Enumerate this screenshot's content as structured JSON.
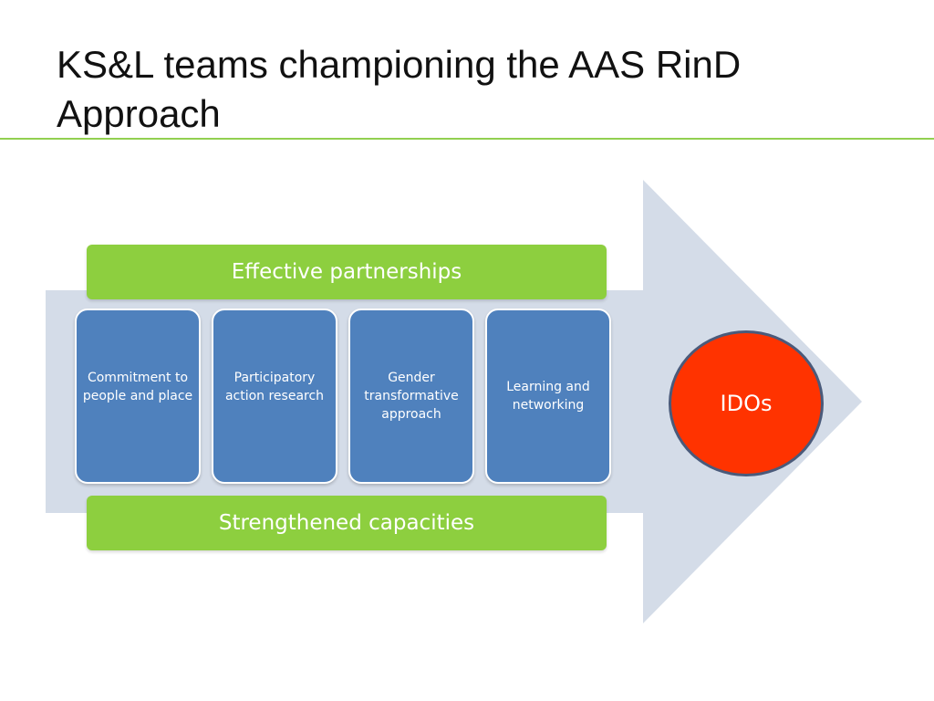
{
  "slide": {
    "title": "KS&L teams championing the AAS RinD Approach"
  },
  "diagram": {
    "top_bar": "Effective partnerships",
    "bottom_bar": "Strengthened capacities",
    "boxes": [
      "Commitment to people and place",
      "Participatory action research",
      "Gender transformative approach",
      "Learning and networking"
    ],
    "outcome": "IDOs"
  },
  "colors": {
    "arrow": "#d4dce8",
    "bar_green": "#8dcf3f",
    "box_blue": "#4f81bd",
    "outcome_red": "#ff3300",
    "rule_green": "#92d050"
  }
}
